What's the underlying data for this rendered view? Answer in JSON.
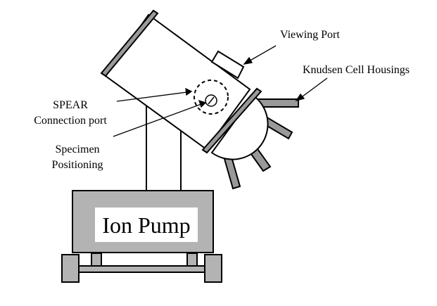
{
  "labels": {
    "viewing_port": "Viewing Port",
    "knudsen_cell_housings": "Knudsen Cell Housings",
    "spear_line1": "SPEAR",
    "spear_line2": "Connection port",
    "specimen_line1": "Specimen",
    "specimen_line2": "Positioning",
    "ion_pump": "Ion Pump"
  },
  "colors": {
    "stroke": "#000000",
    "component_gray": "#999999",
    "cart_gray": "#b3b3b3",
    "background": "#ffffff"
  }
}
